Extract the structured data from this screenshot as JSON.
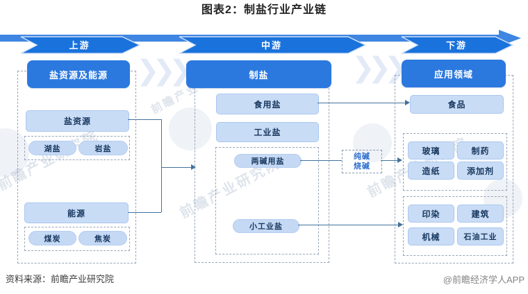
{
  "title": "图表2：制盐行业产业链",
  "stages": {
    "upstream": "上游",
    "midstream": "中游",
    "downstream": "下游"
  },
  "upstream": {
    "header": "盐资源及能源",
    "salt_resource": "盐资源",
    "salt_types": [
      "湖盐",
      "岩盐"
    ],
    "energy": "能源",
    "energy_types": [
      "煤炭",
      "焦炭"
    ]
  },
  "midstream": {
    "header": "制盐",
    "edible_salt": "食用盐",
    "industrial_salt": "工业盐",
    "two_alkali_salt": "两碱用盐",
    "small_industrial_salt": "小工业盐"
  },
  "link": {
    "soda_ash": "纯碱",
    "caustic_soda": "烧碱"
  },
  "downstream": {
    "header": "应用领域",
    "food": "食品",
    "alkali_applications": [
      "玻璃",
      "制药",
      "造纸",
      "添加剂"
    ],
    "small_salt_applications": [
      "印染",
      "建筑",
      "机械",
      "石油工业"
    ]
  },
  "footer": {
    "source": "资料来源：前瞻产业研究院",
    "credit": "@前瞻经济学人APP"
  },
  "watermark": {
    "text": "前瞻产业研究院"
  },
  "colors": {
    "header_blue": "#2b79df",
    "band_blue": "#3e86e2",
    "chevron_blue": "#1a72dc",
    "box_fill": "#c9dcf6",
    "connector": "#41719c",
    "text_navy": "#17375e"
  }
}
